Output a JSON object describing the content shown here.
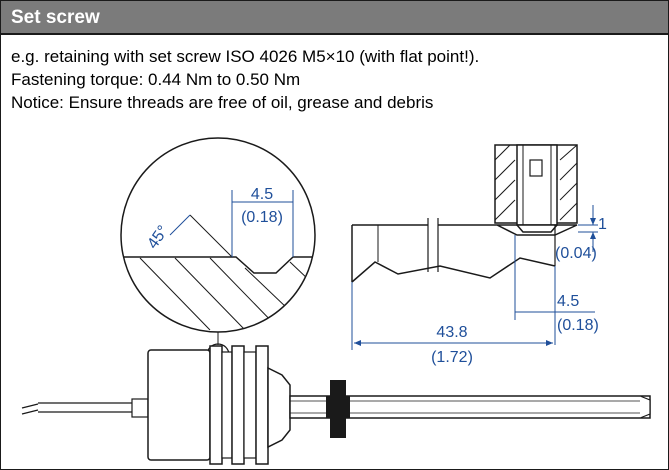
{
  "section": {
    "title": "Set screw",
    "lines": [
      "e.g. retaining with set screw ISO 4026 M5×10 (with flat point!).",
      "Fastening torque: 0.44 Nm to 0.50 Nm",
      "Notice: Ensure threads are free of oil, grease and debris"
    ]
  },
  "dimensions": {
    "detail_width_mm": "4.5",
    "detail_width_in": "(0.18)",
    "detail_angle": "45°",
    "depth_mm": "1",
    "depth_in": "(0.04)",
    "offset_mm": "4.5",
    "offset_in": "(0.18)",
    "length_mm": "43.8",
    "length_in": "(1.72)"
  },
  "colors": {
    "dimension": "#1f4f9a",
    "header_bg": "#7b7b7b",
    "line": "#1a1a1a"
  }
}
